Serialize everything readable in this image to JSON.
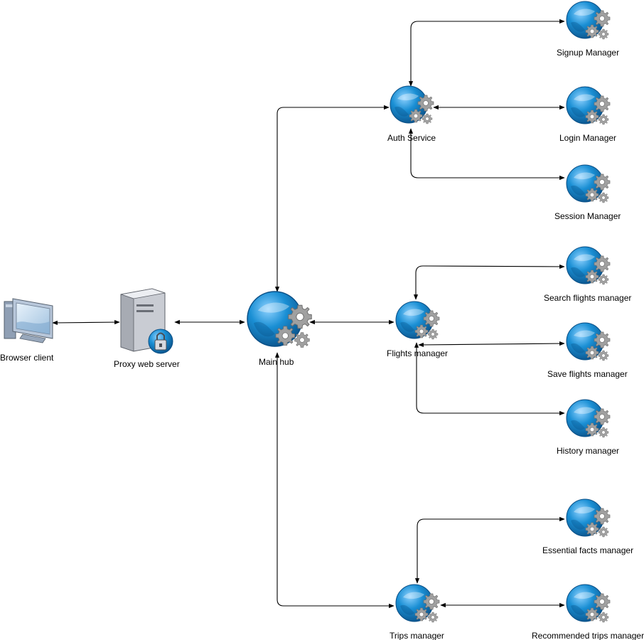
{
  "diagram": {
    "nodes": {
      "browser": {
        "label": "Browser client",
        "icon": "monitor-icon"
      },
      "proxy": {
        "label": "Proxy web server",
        "icon": "secure-server-icon"
      },
      "mainhub": {
        "label": "Main hub",
        "icon": "globe-gears-icon"
      },
      "auth": {
        "label": "Auth Service",
        "icon": "globe-gears-icon"
      },
      "signup": {
        "label": "Signup Manager",
        "icon": "globe-gears-icon"
      },
      "login": {
        "label": "Login Manager",
        "icon": "globe-gears-icon"
      },
      "session": {
        "label": "Session Manager",
        "icon": "globe-gears-icon"
      },
      "flights": {
        "label": "Flights manager",
        "icon": "globe-gears-icon"
      },
      "search": {
        "label": "Search flights manager",
        "icon": "globe-gears-icon"
      },
      "save": {
        "label": "Save flights manager",
        "icon": "globe-gears-icon"
      },
      "history": {
        "label": "History manager",
        "icon": "globe-gears-icon"
      },
      "trips": {
        "label": "Trips manager",
        "icon": "globe-gears-icon"
      },
      "essential": {
        "label": "Essential facts manager",
        "icon": "globe-gears-icon"
      },
      "recommended": {
        "label": "Recommended trips manager",
        "icon": "globe-gears-icon"
      }
    },
    "edges": [
      {
        "from": "browser",
        "to": "proxy",
        "bidirectional": true
      },
      {
        "from": "proxy",
        "to": "mainhub",
        "bidirectional": true
      },
      {
        "from": "mainhub",
        "to": "auth",
        "bidirectional": true
      },
      {
        "from": "mainhub",
        "to": "flights",
        "bidirectional": true
      },
      {
        "from": "mainhub",
        "to": "trips",
        "bidirectional": true
      },
      {
        "from": "auth",
        "to": "signup",
        "bidirectional": true
      },
      {
        "from": "auth",
        "to": "login",
        "bidirectional": true
      },
      {
        "from": "auth",
        "to": "session",
        "bidirectional": true
      },
      {
        "from": "flights",
        "to": "search",
        "bidirectional": true
      },
      {
        "from": "flights",
        "to": "save",
        "bidirectional": true
      },
      {
        "from": "flights",
        "to": "history",
        "bidirectional": true
      },
      {
        "from": "trips",
        "to": "essential",
        "bidirectional": true
      },
      {
        "from": "trips",
        "to": "recommended",
        "bidirectional": true
      }
    ],
    "colors": {
      "globe": "#1a8fd4",
      "globe_dark": "#0a4f86",
      "gear": "#9a9a9a",
      "server": "#c9ccd3",
      "monitor": "#aebfd6",
      "edge": "#000000"
    }
  }
}
